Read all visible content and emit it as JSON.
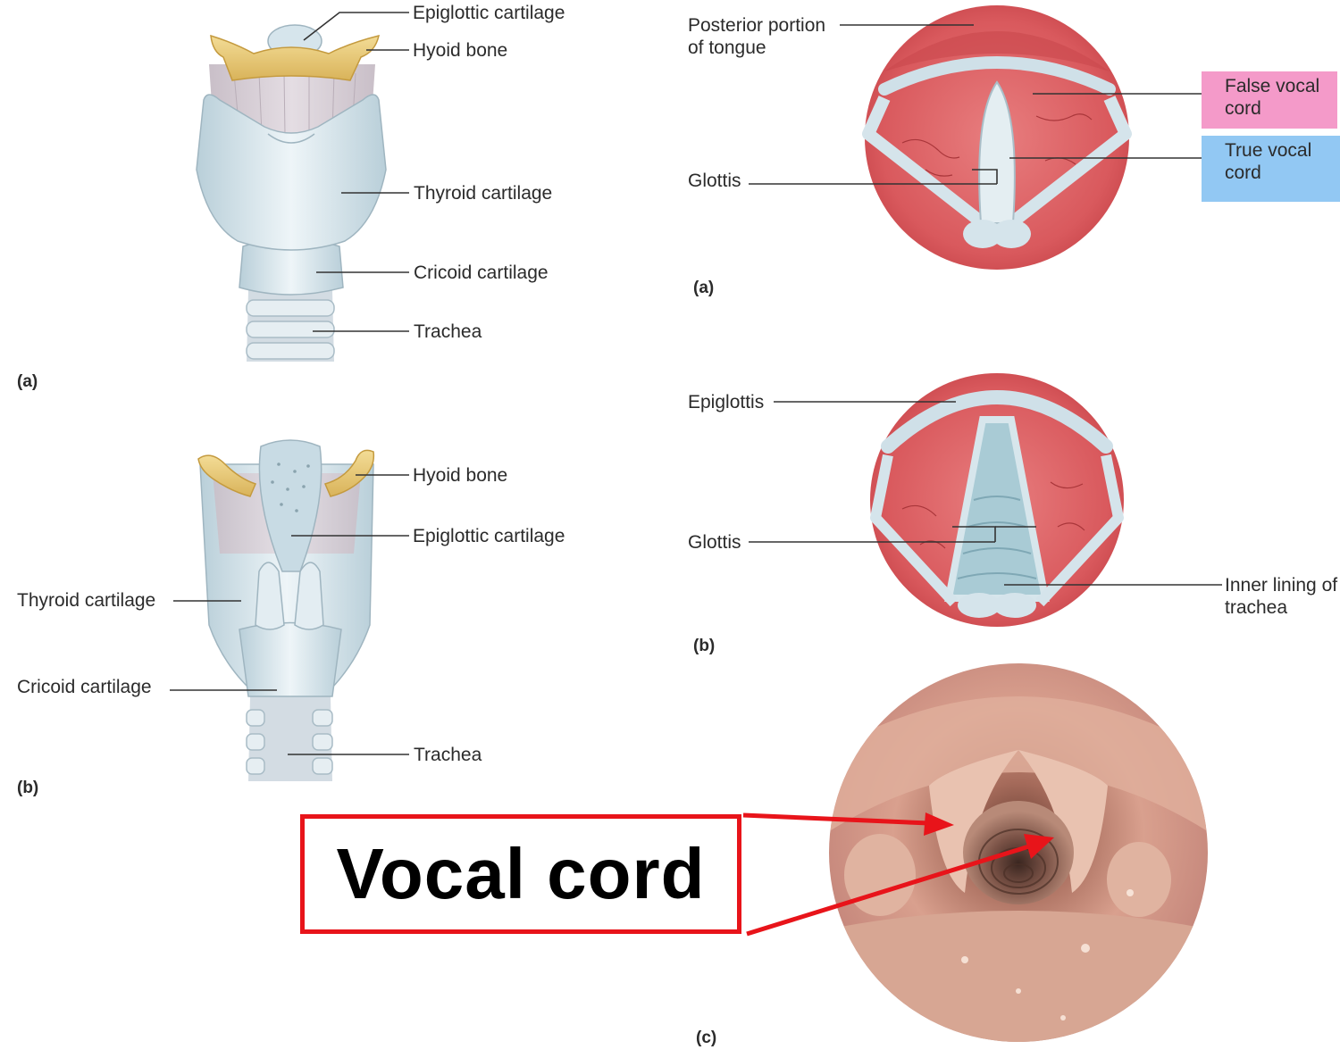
{
  "colors": {
    "cartilage": "#dbe8ee",
    "bone": "#e8c978",
    "tissue": "#d9595d",
    "false_cord_highlight": "#f49ac9",
    "true_cord_highlight": "#92c8f3",
    "callout_red": "#e8141a"
  },
  "panel_left_a": {
    "panel": "(a)",
    "labels": {
      "epiglottic": "Epiglottic cartilage",
      "hyoid": "Hyoid bone",
      "thyroid": "Thyroid cartilage",
      "cricoid": "Cricoid cartilage",
      "trachea": "Trachea"
    }
  },
  "panel_left_b": {
    "panel": "(b)",
    "labels": {
      "hyoid": "Hyoid bone",
      "epiglottic": "Epiglottic cartilage",
      "thyroid": "Thyroid cartilage",
      "cricoid": "Cricoid cartilage",
      "trachea": "Trachea"
    }
  },
  "panel_right_a": {
    "panel": "(a)",
    "labels": {
      "tongue": "Posterior portion of tongue",
      "glottis": "Glottis",
      "false_cord": "False vocal cord",
      "true_cord": "True vocal cord"
    }
  },
  "panel_right_b": {
    "panel": "(b)",
    "labels": {
      "epiglottis": "Epiglottis",
      "glottis": "Glottis",
      "inner_lining": "Inner lining of trachea"
    }
  },
  "panel_right_c": {
    "panel": "(c)",
    "callout": "Vocal cord"
  }
}
